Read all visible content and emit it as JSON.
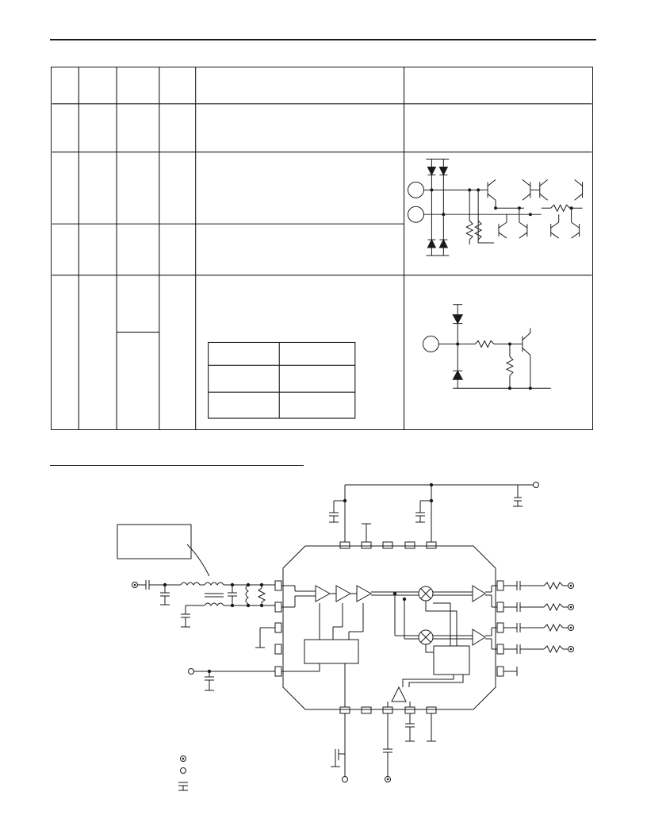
{
  "document": {
    "header": {
      "title": ""
    },
    "pin_function_table": {
      "rows": [
        {
          "pin": "",
          "symbol": "",
          "description": "",
          "equivalent_circuit": ""
        },
        {
          "pin": "",
          "symbol": "",
          "description": "",
          "equivalent_circuit": ""
        },
        {
          "pin": "",
          "symbol": "",
          "description": "",
          "equivalent_circuit": ""
        },
        {
          "pin": "",
          "symbol": "",
          "description": "",
          "equivalent_circuit": ""
        },
        {
          "pin": "",
          "symbol": "",
          "description": "",
          "equivalent_circuit": ""
        }
      ],
      "inner_table": [
        [
          "",
          ""
        ],
        [
          "",
          ""
        ],
        [
          "",
          ""
        ]
      ]
    },
    "application_circuit": {
      "section_title": "",
      "callout_label": "",
      "ic_blocks": [
        "lna-1",
        "lna-2",
        "lna-3",
        "mixer-i",
        "mixer-q",
        "if-amp-i",
        "if-amp-q",
        "phase-shifter",
        "agc-block",
        "lo-buffer"
      ]
    },
    "legend": {
      "symbols": [
        "rf-port-icon",
        "dc-terminal-icon",
        "ground-icon"
      ],
      "labels": [
        "",
        "",
        ""
      ]
    },
    "colors": {
      "ink": "#1a1a1a",
      "paper": "#ffffff"
    }
  }
}
